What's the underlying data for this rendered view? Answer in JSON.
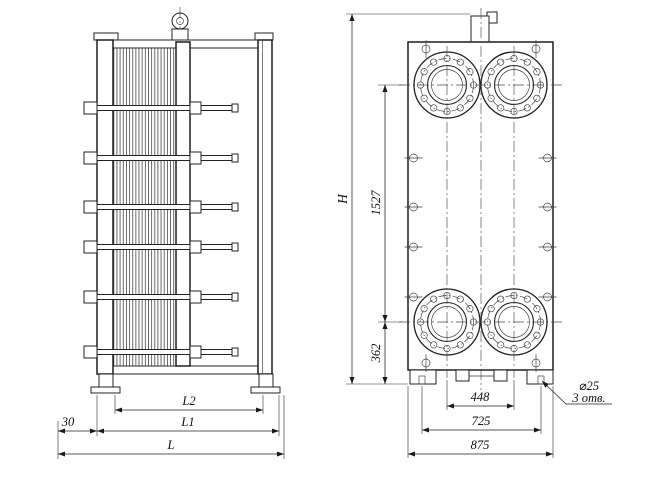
{
  "side_view": {
    "dim_L2": "L2",
    "dim_L1": "L1",
    "dim_L": "L",
    "dim_30": "30"
  },
  "front_view": {
    "dim_H": "H",
    "dim_1527": "1527",
    "dim_362": "362",
    "dim_448": "448",
    "dim_725": "725",
    "dim_875": "875",
    "hole_dia": "⌀25",
    "hole_note": "3 отв."
  }
}
